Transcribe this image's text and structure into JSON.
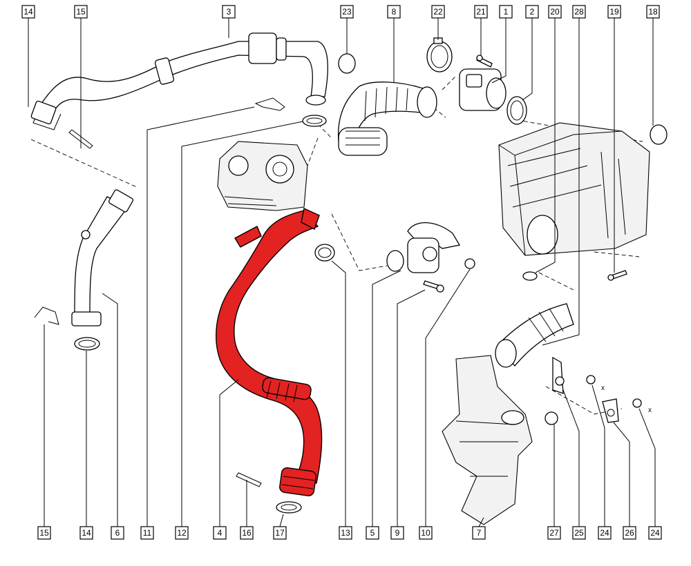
{
  "colors": {
    "highlight": "#e32222",
    "line": "#000000",
    "background": "#ffffff"
  },
  "callouts": {
    "top": [
      "14",
      "15",
      "3",
      "23",
      "8",
      "22",
      "21",
      "1",
      "2",
      "20",
      "28",
      "19",
      "18"
    ],
    "bottom": [
      "15",
      "14",
      "6",
      "11",
      "12",
      "4",
      "16",
      "17",
      "13",
      "5",
      "9",
      "10",
      "7",
      "27",
      "25",
      "24",
      "26",
      "24"
    ]
  },
  "marks": {
    "x1": "x",
    "x2": "x"
  }
}
